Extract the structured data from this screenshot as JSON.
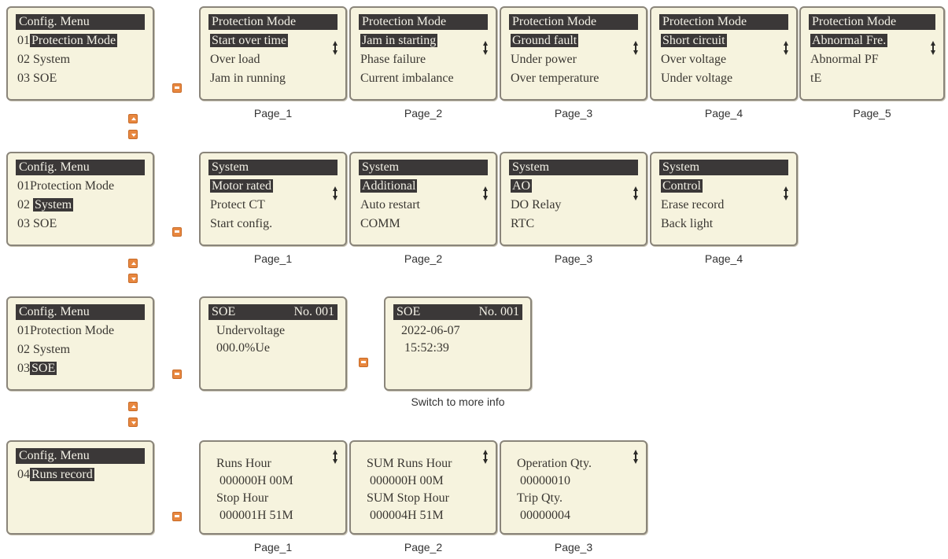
{
  "colors": {
    "screen_bg": "#f6f3de",
    "highlight": "#3b3838",
    "key": "#e8873f"
  },
  "row1": {
    "menu": {
      "title": "Config. Menu",
      "items": [
        "01",
        "Protection Mode",
        "02 System",
        "03 SOE"
      ]
    },
    "pages": [
      {
        "header": "Protection Mode",
        "l1": "Start over time",
        "l2": "Over load",
        "l3": "Jam in running",
        "caption": "Page_1"
      },
      {
        "header": "Protection Mode",
        "l1": "Jam in starting",
        "l2": "Phase failure",
        "l3": "Current imbalance",
        "caption": "Page_2"
      },
      {
        "header": "Protection Mode",
        "l1": "Ground fault",
        "l2": "Under power",
        "l3": "Over temperature",
        "caption": "Page_3"
      },
      {
        "header": "Protection Mode",
        "l1": "Short circuit",
        "l2": "Over voltage",
        "l3": "Under voltage",
        "caption": "Page_4"
      },
      {
        "header": "Protection Mode",
        "l1": "Abnormal Fre.",
        "l2": "Abnormal PF",
        "l3": "tE",
        "caption": "Page_5"
      }
    ]
  },
  "row2": {
    "menu": {
      "title": "Config. Menu",
      "item1": "01Protection Mode",
      "item2_prefix": "02",
      "item2_hl": "System",
      "item3": "03 SOE"
    },
    "pages": [
      {
        "header": "System",
        "l1": "Motor rated",
        "l2": "Protect CT",
        "l3": "Start config.",
        "caption": "Page_1"
      },
      {
        "header": "System",
        "l1": "Additional",
        "l2": "Auto restart",
        "l3": "COMM",
        "caption": "Page_2"
      },
      {
        "header": "System",
        "l1": "AO",
        "l2": "DO Relay",
        "l3": "RTC",
        "caption": "Page_3"
      },
      {
        "header": "System",
        "l1": "Control",
        "l2": "Erase record",
        "l3": "Back light",
        "caption": "Page_4"
      }
    ]
  },
  "row3": {
    "menu": {
      "title": "Config. Menu",
      "item1": "01Protection Mode",
      "item2": "02 System",
      "item3_prefix": "03",
      "item3_hl": "SOE"
    },
    "soe1": {
      "header": "SOE",
      "no": "No. 001",
      "l1": "Undervoltage",
      "l2": "000.0%Ue"
    },
    "soe2": {
      "header": "SOE",
      "no": "No. 001",
      "l1": "2022-06-07",
      "l2": "15:52:39"
    },
    "caption": "Switch to more info"
  },
  "row4": {
    "menu": {
      "title": "Config. Menu",
      "item_prefix": "04",
      "item_hl": "Runs record"
    },
    "pages": [
      {
        "l1": "Runs Hour",
        "l2": "000000H 00M",
        "l3": "Stop Hour",
        "l4": "000001H 51M",
        "caption": "Page_1"
      },
      {
        "l1": "SUM Runs Hour",
        "l2": "000000H 00M",
        "l3": "SUM Stop Hour",
        "l4": "000004H 51M",
        "caption": "Page_2"
      },
      {
        "l1": "Operation Qty.",
        "l2": "00000010",
        "l3": "Trip Qty.",
        "l4": "00000004",
        "caption": "Page_3"
      }
    ]
  }
}
